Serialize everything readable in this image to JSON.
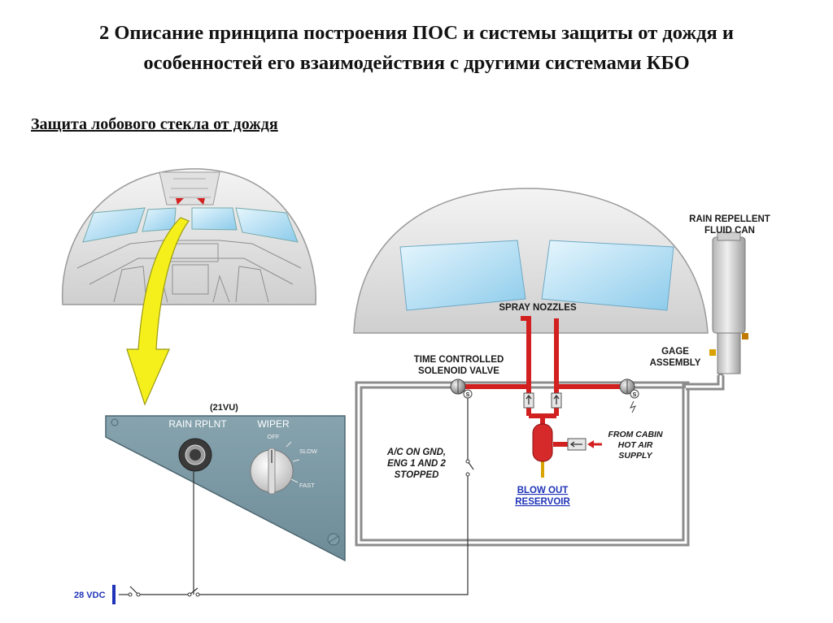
{
  "page": {
    "title_line1": "2 Описание принципа построения ПОС и системы защиты от дождя и",
    "title_line2": "особенностей его взаимодействия с другими системами КБО",
    "section_heading": "Защита лобового стекла от дождя"
  },
  "diagram": {
    "rain_repellent": [
      "RAIN REPELLENT",
      "FLUID CAN"
    ],
    "spray_nozzles": "SPRAY NOZZLES",
    "gage_assembly": [
      "GAGE",
      "ASSEMBLY"
    ],
    "solenoid_valve": [
      "TIME CONTROLLED",
      "SOLENOID VALVE"
    ],
    "condition": [
      "A/C ON GND,",
      "ENG 1 AND 2",
      "STOPPED"
    ],
    "from_cabin": [
      "FROM CABIN",
      "HOT AIR",
      "SUPPLY"
    ],
    "blow_out": [
      "BLOW OUT",
      "RESERVOIR"
    ],
    "solenoid_symbol": "S",
    "supply": "28 VDC"
  },
  "panel": {
    "id": "(21VU)",
    "rain_rplnt": "RAIN RPLNT",
    "wiper": "WIPER",
    "off": "OFF",
    "slow": "SLOW",
    "fast": "FAST"
  },
  "colors": {
    "pipe_red": "#d21f1f",
    "panel_blue_gray": "#7c9aa6",
    "windshield_blue": "#9fd4ee",
    "arrow_yellow": "#f5f01c",
    "link_blue": "#1f33b8"
  }
}
